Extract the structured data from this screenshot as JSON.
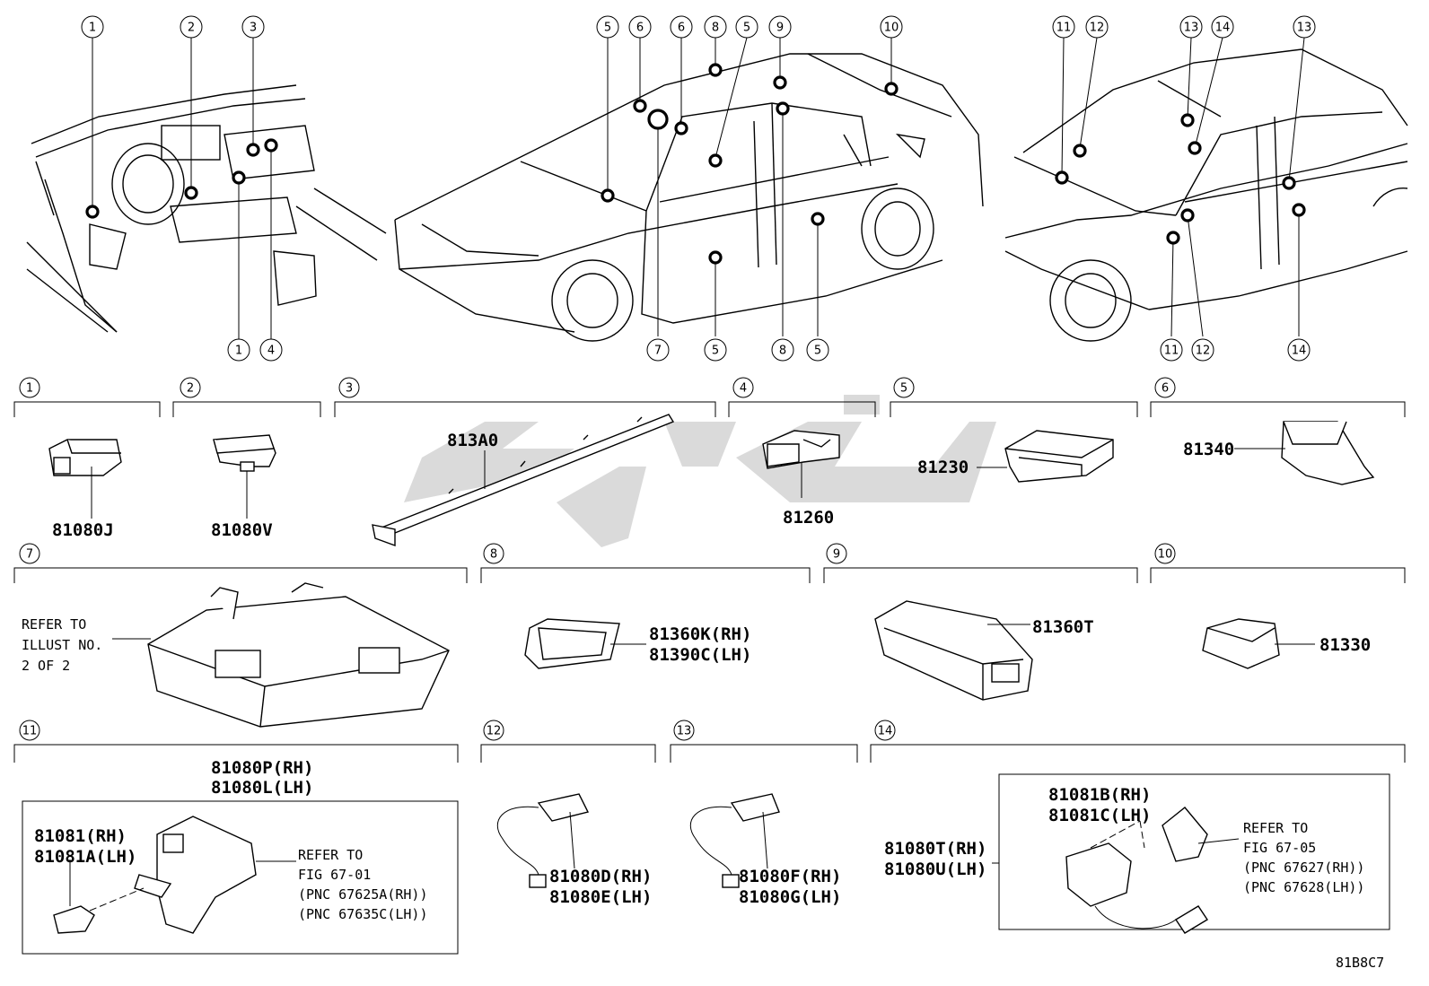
{
  "diagram_code": "81B8C7",
  "watermark_text": "شوپارت",
  "overview_callouts": [
    "1",
    "2",
    "3",
    "4",
    "5",
    "6",
    "7",
    "8",
    "9",
    "10",
    "11",
    "12",
    "13",
    "14"
  ],
  "sections": [
    {
      "num": "1",
      "parts": [
        "81080J"
      ]
    },
    {
      "num": "2",
      "parts": [
        "81080V"
      ]
    },
    {
      "num": "3",
      "parts": [
        "813A0"
      ]
    },
    {
      "num": "4",
      "parts": [
        "81260"
      ]
    },
    {
      "num": "5",
      "parts": [
        "81230"
      ]
    },
    {
      "num": "6",
      "parts": [
        "81340"
      ]
    },
    {
      "num": "7",
      "note": [
        "REFER TO",
        "ILLUST NO.",
        "2 OF 2"
      ]
    },
    {
      "num": "8",
      "parts": [
        "81360K(RH)",
        "81390C(LH)"
      ]
    },
    {
      "num": "9",
      "parts": [
        "81360T"
      ]
    },
    {
      "num": "10",
      "parts": [
        "81330"
      ]
    },
    {
      "num": "11",
      "parts": [
        "81080P(RH)",
        "81080L(LH)",
        "81081(RH)",
        "81081A(LH)"
      ],
      "note": [
        "REFER TO",
        "FIG 67-01",
        "(PNC 67625A(RH))",
        "(PNC 67635C(LH))"
      ]
    },
    {
      "num": "12",
      "parts": [
        "81080D(RH)",
        "81080E(LH)"
      ]
    },
    {
      "num": "13",
      "parts": [
        "81080F(RH)",
        "81080G(LH)"
      ]
    },
    {
      "num": "14",
      "parts": [
        "81080T(RH)",
        "81080U(LH)",
        "81081B(RH)",
        "81081C(LH)"
      ],
      "note": [
        "REFER TO",
        "FIG 67-05",
        "(PNC 67627(RH))",
        "(PNC 67628(LH))"
      ]
    }
  ]
}
